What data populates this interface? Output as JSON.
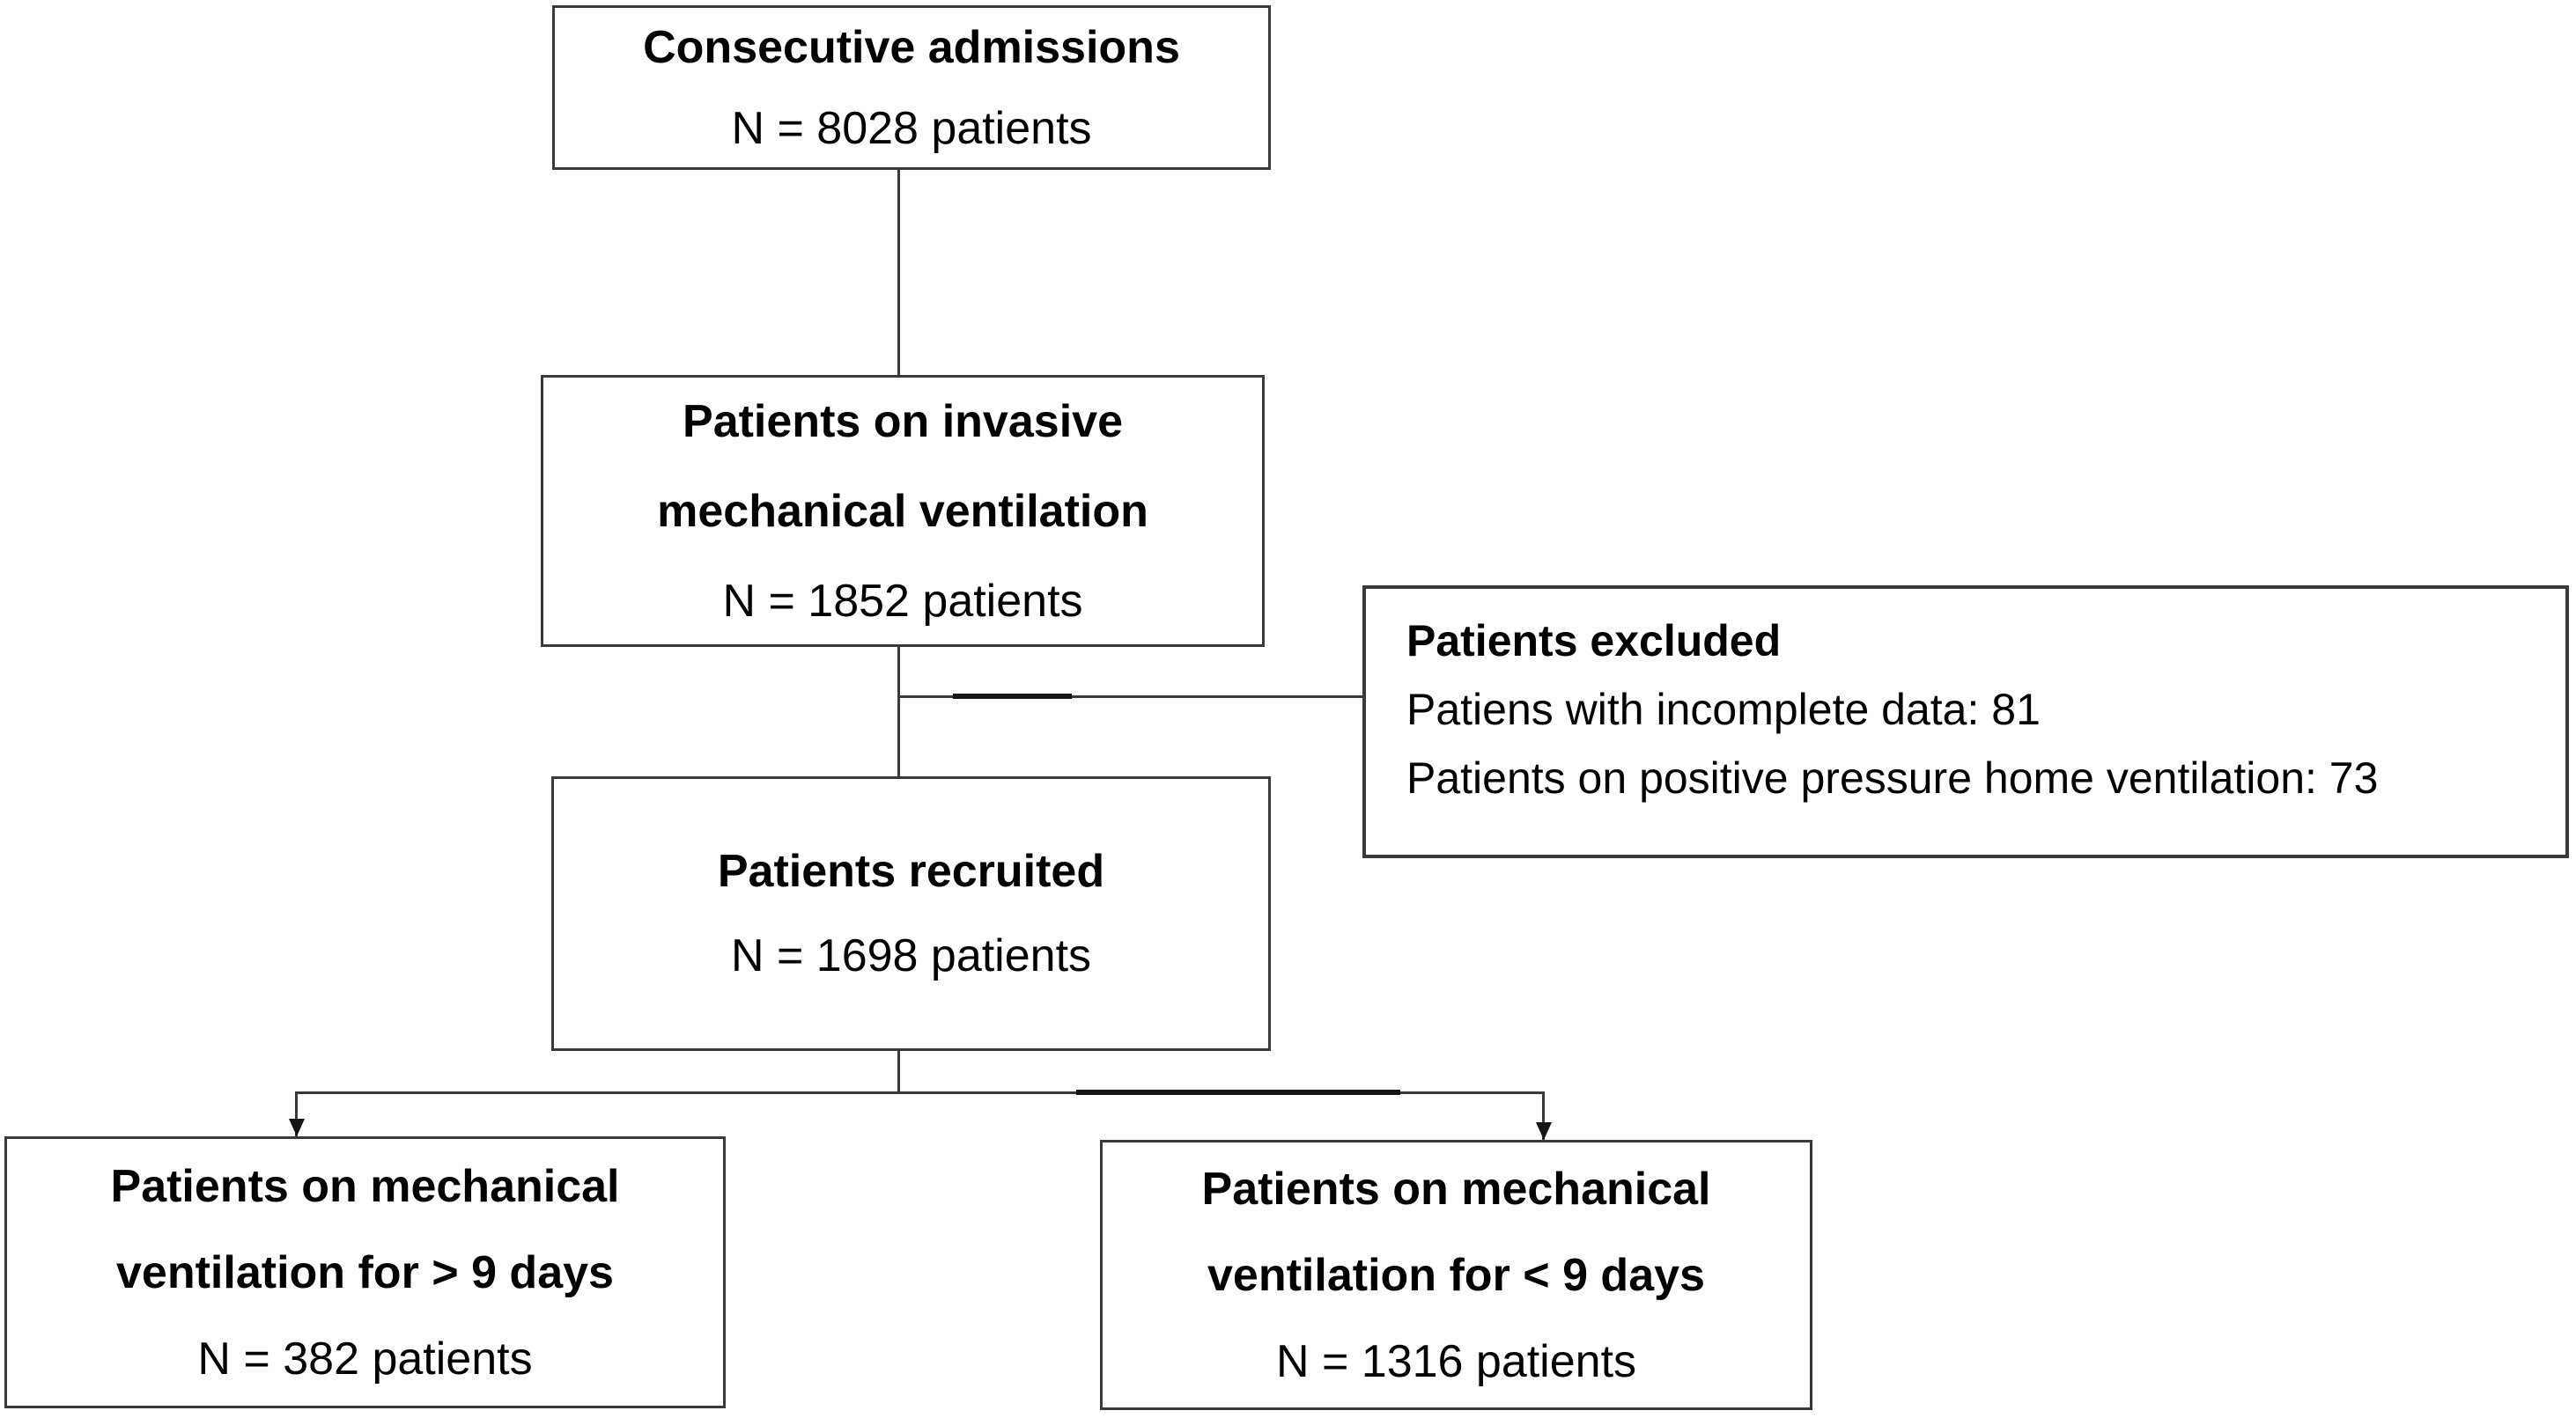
{
  "colors": {
    "box_border": "#3a3a3a",
    "line": "#3a3a3a",
    "line_thick": "#151515",
    "text": "#000000",
    "page_bg": "#ffffff"
  },
  "boxes": {
    "box1": {
      "title": "Consecutive admissions",
      "n": "N = 8028 patients"
    },
    "box2": {
      "line1": "Patients on invasive",
      "line2": "mechanical ventilation",
      "n": "N = 1852 patients"
    },
    "excluded": {
      "title": "Patients excluded",
      "item1": "Patiens with incomplete data: 81",
      "item2": "Patients on positive pressure home ventilation: 73"
    },
    "box3": {
      "title": "Patients recruited",
      "n": "N = 1698 patients"
    },
    "box4": {
      "line1": "Patients on mechanical",
      "line2": "ventilation for > 9 days",
      "n": "N = 382 patients"
    },
    "box5": {
      "line1": "Patients on mechanical",
      "line2": "ventilation for < 9 days",
      "n": "N = 1316 patients"
    }
  }
}
